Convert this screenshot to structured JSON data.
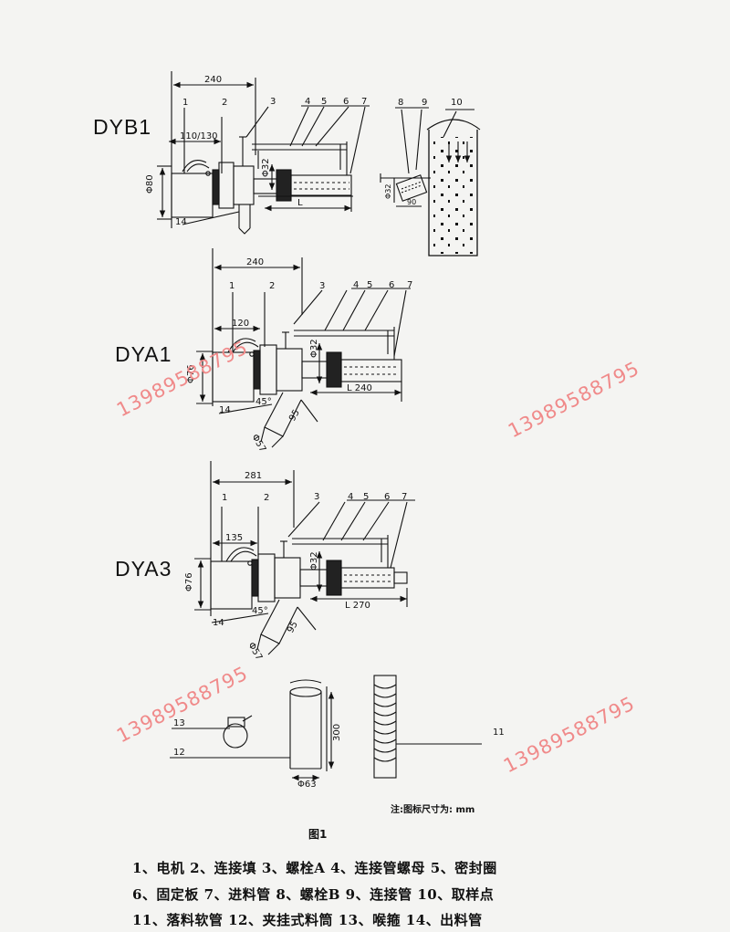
{
  "models": {
    "dyb1": "DYB1",
    "dya1": "DYA1",
    "dya3": "DYA3"
  },
  "dims": {
    "dyb1": {
      "width": "240",
      "offset": "110/130",
      "pipe_dia": "Φ32",
      "body_dia": "Φ80",
      "length": "L",
      "dia_9": "Φ32",
      "dim_9": "90"
    },
    "dya1": {
      "width": "240",
      "offset": "120",
      "pipe_dia": "Φ32",
      "body_dia": "Φ76",
      "length": "L 240",
      "angle": "45°",
      "outlet_len": "95",
      "outlet_dia": "Φ57"
    },
    "dya3": {
      "width": "281",
      "offset": "135",
      "pipe_dia": "Φ32",
      "body_dia": "Φ76",
      "length": "L 270",
      "angle": "45°",
      "outlet_len": "95",
      "outlet_dia": "Φ57"
    },
    "parts": {
      "height": "300",
      "dia": "Φ63"
    }
  },
  "callouts": {
    "n1": "1",
    "n2": "2",
    "n3": "3",
    "n4": "4",
    "n5": "5",
    "n6": "6",
    "n7": "7",
    "n8": "8",
    "n9": "9",
    "n10": "10",
    "n11": "11",
    "n12": "12",
    "n13": "13",
    "n14": "14"
  },
  "watermark": "13989588795",
  "note": "注:图标尺寸为: mm",
  "figure_caption": "图1",
  "legend": [
    "1、电机  2、连接填  3、螺栓A  4、连接管螺母  5、密封圈",
    "6、固定板  7、进料管  8、螺栓B  9、连接管   10、取样点",
    "11、落料软管  12、夹挂式料筒  13、喉箍  14、出料管"
  ]
}
